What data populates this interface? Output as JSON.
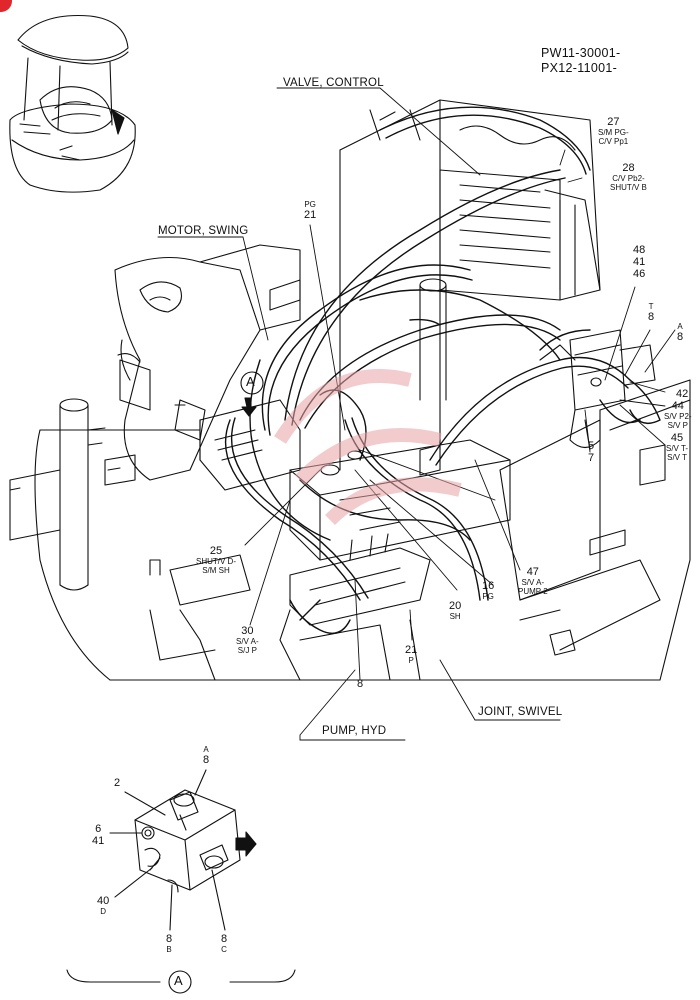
{
  "serial_numbers": [
    "PW11-30001-",
    "PX12-11001-"
  ],
  "assemblies": {
    "valve_control": "VALVE, CONTROL",
    "motor_swing": "MOTOR, SWING",
    "pump_hyd": "PUMP, HYD",
    "joint_swivel": "JOINT, SWIVEL"
  },
  "callouts": {
    "c27": {
      "num": "27",
      "sub": "S/M PG-",
      "sub2": "C/V Pp1"
    },
    "c28": {
      "num": "28",
      "sub": "C/V Pb2-",
      "sub2": "SHUT/V B"
    },
    "c48_41_46": [
      "48",
      "41",
      "46"
    ],
    "cT8": {
      "sub": "T",
      "num": "8"
    },
    "cA8": {
      "sub": "A",
      "num": "8"
    },
    "c42": "42",
    "c44": {
      "num": "44",
      "sub": "S/V P2-",
      "sub2": "S/V P"
    },
    "c45": {
      "num": "45",
      "sub": "S/V T-",
      "sub2": "S/V T"
    },
    "c5_7": [
      "5",
      "7"
    ],
    "cPG21": {
      "sub": "PG",
      "num": "21"
    },
    "c25": {
      "num": "25",
      "sub": "SHUT/V D-",
      "sub2": "S/M SH"
    },
    "c30": {
      "num": "30",
      "sub": "S/V A-",
      "sub2": "S/J P"
    },
    "c16": {
      "num": "16",
      "sub": "PG"
    },
    "c20": {
      "num": "20",
      "sub": "SH"
    },
    "c47": {
      "num": "47",
      "sub": "S/V A-",
      "sub2": "PUMP 2"
    },
    "c21P": {
      "num": "21",
      "sub": "P"
    },
    "c8_main": "8",
    "detail_A8": {
      "sub": "A",
      "num": "8"
    },
    "detail_2": "2",
    "detail_6_41": [
      "6",
      "41"
    ],
    "detail_40D": {
      "num": "40",
      "sub": "D"
    },
    "detail_8B": {
      "num": "8",
      "sub": "B"
    },
    "detail_8C": {
      "num": "8",
      "sub": "C"
    }
  },
  "view_marker": "A",
  "detail_view_label": "A",
  "colors": {
    "line": "#111111",
    "watermark": "#e8a3a6",
    "badge": "#e1262c"
  }
}
